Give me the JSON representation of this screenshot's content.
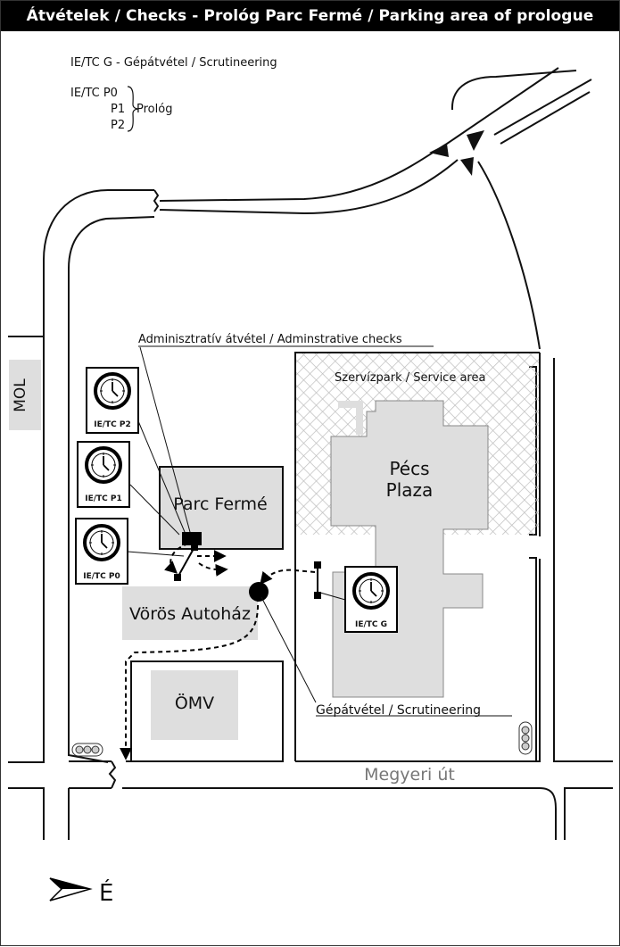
{
  "title": "Átvételek / Checks - Prológ Parc Fermé / Parking area of prologue",
  "legend": {
    "line1": "IE/TC G - Gépátvétel / Scrutineering",
    "p0": "IE/TC P0",
    "p1": "P1",
    "p2": "P2",
    "prolog": "Prológ"
  },
  "labels": {
    "mol": "MOL",
    "admin_checks": "Adminisztratív átvétel / Adminstrative checks",
    "service_area": "Szervízpark / Service area",
    "pecs": "Pécs",
    "plaza": "Plaza",
    "parc_ferme": "Parc Fermé",
    "vorös": "Vörös Autoház",
    "omv": "ÖMV",
    "scrutineering": "Gépátvétel / Scrutineering",
    "road": "Megyeri út",
    "north": "É"
  },
  "clocks": {
    "p2": "IE/TC P2",
    "p1": "IE/TC P1",
    "p0": "IE/TC P0",
    "g": "IE/TC G"
  },
  "colors": {
    "building_fill": "#dedede",
    "road_stroke": "#111111",
    "service_hatch": "#b8b8b8",
    "road_label": "#777777"
  }
}
